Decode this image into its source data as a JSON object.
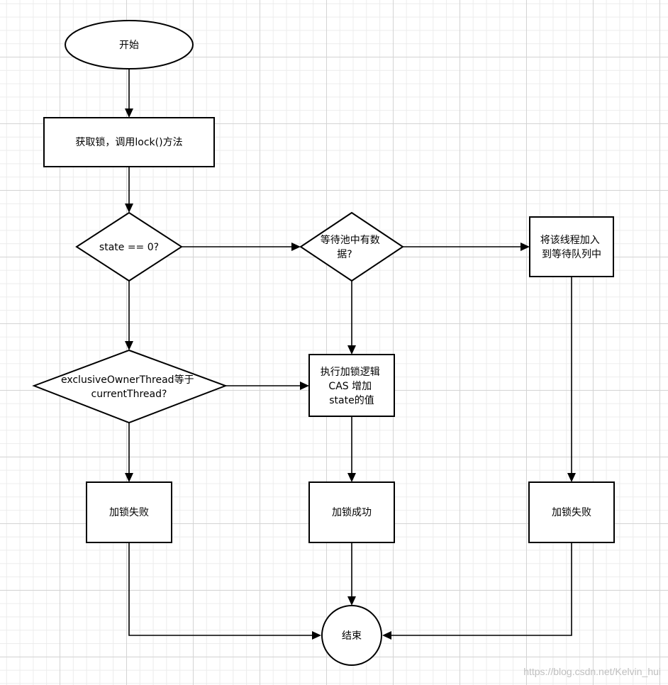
{
  "flowchart": {
    "nodes": {
      "start": {
        "lines": [
          "开始"
        ]
      },
      "acquire_lock": {
        "lines": [
          "获取锁，调用lock()方法"
        ]
      },
      "state_check": {
        "lines": [
          "state == 0?"
        ]
      },
      "wait_pool_check": {
        "lines": [
          "等待池中有数",
          "据?"
        ]
      },
      "enqueue": {
        "lines": [
          "将该线程加入",
          "到等待队列中"
        ]
      },
      "owner_check": {
        "lines": [
          "exclusiveOwnerThread等于",
          "currentThread?"
        ]
      },
      "cas_logic": {
        "lines": [
          "执行加锁逻辑",
          "CAS 增加",
          "state的值"
        ]
      },
      "fail_left": {
        "lines": [
          "加锁失败"
        ]
      },
      "success": {
        "lines": [
          "加锁成功"
        ]
      },
      "fail_right": {
        "lines": [
          "加锁失败"
        ]
      },
      "end": {
        "lines": [
          "结束"
        ]
      }
    }
  },
  "watermark": "https://blog.csdn.net/Kelvin_hui"
}
